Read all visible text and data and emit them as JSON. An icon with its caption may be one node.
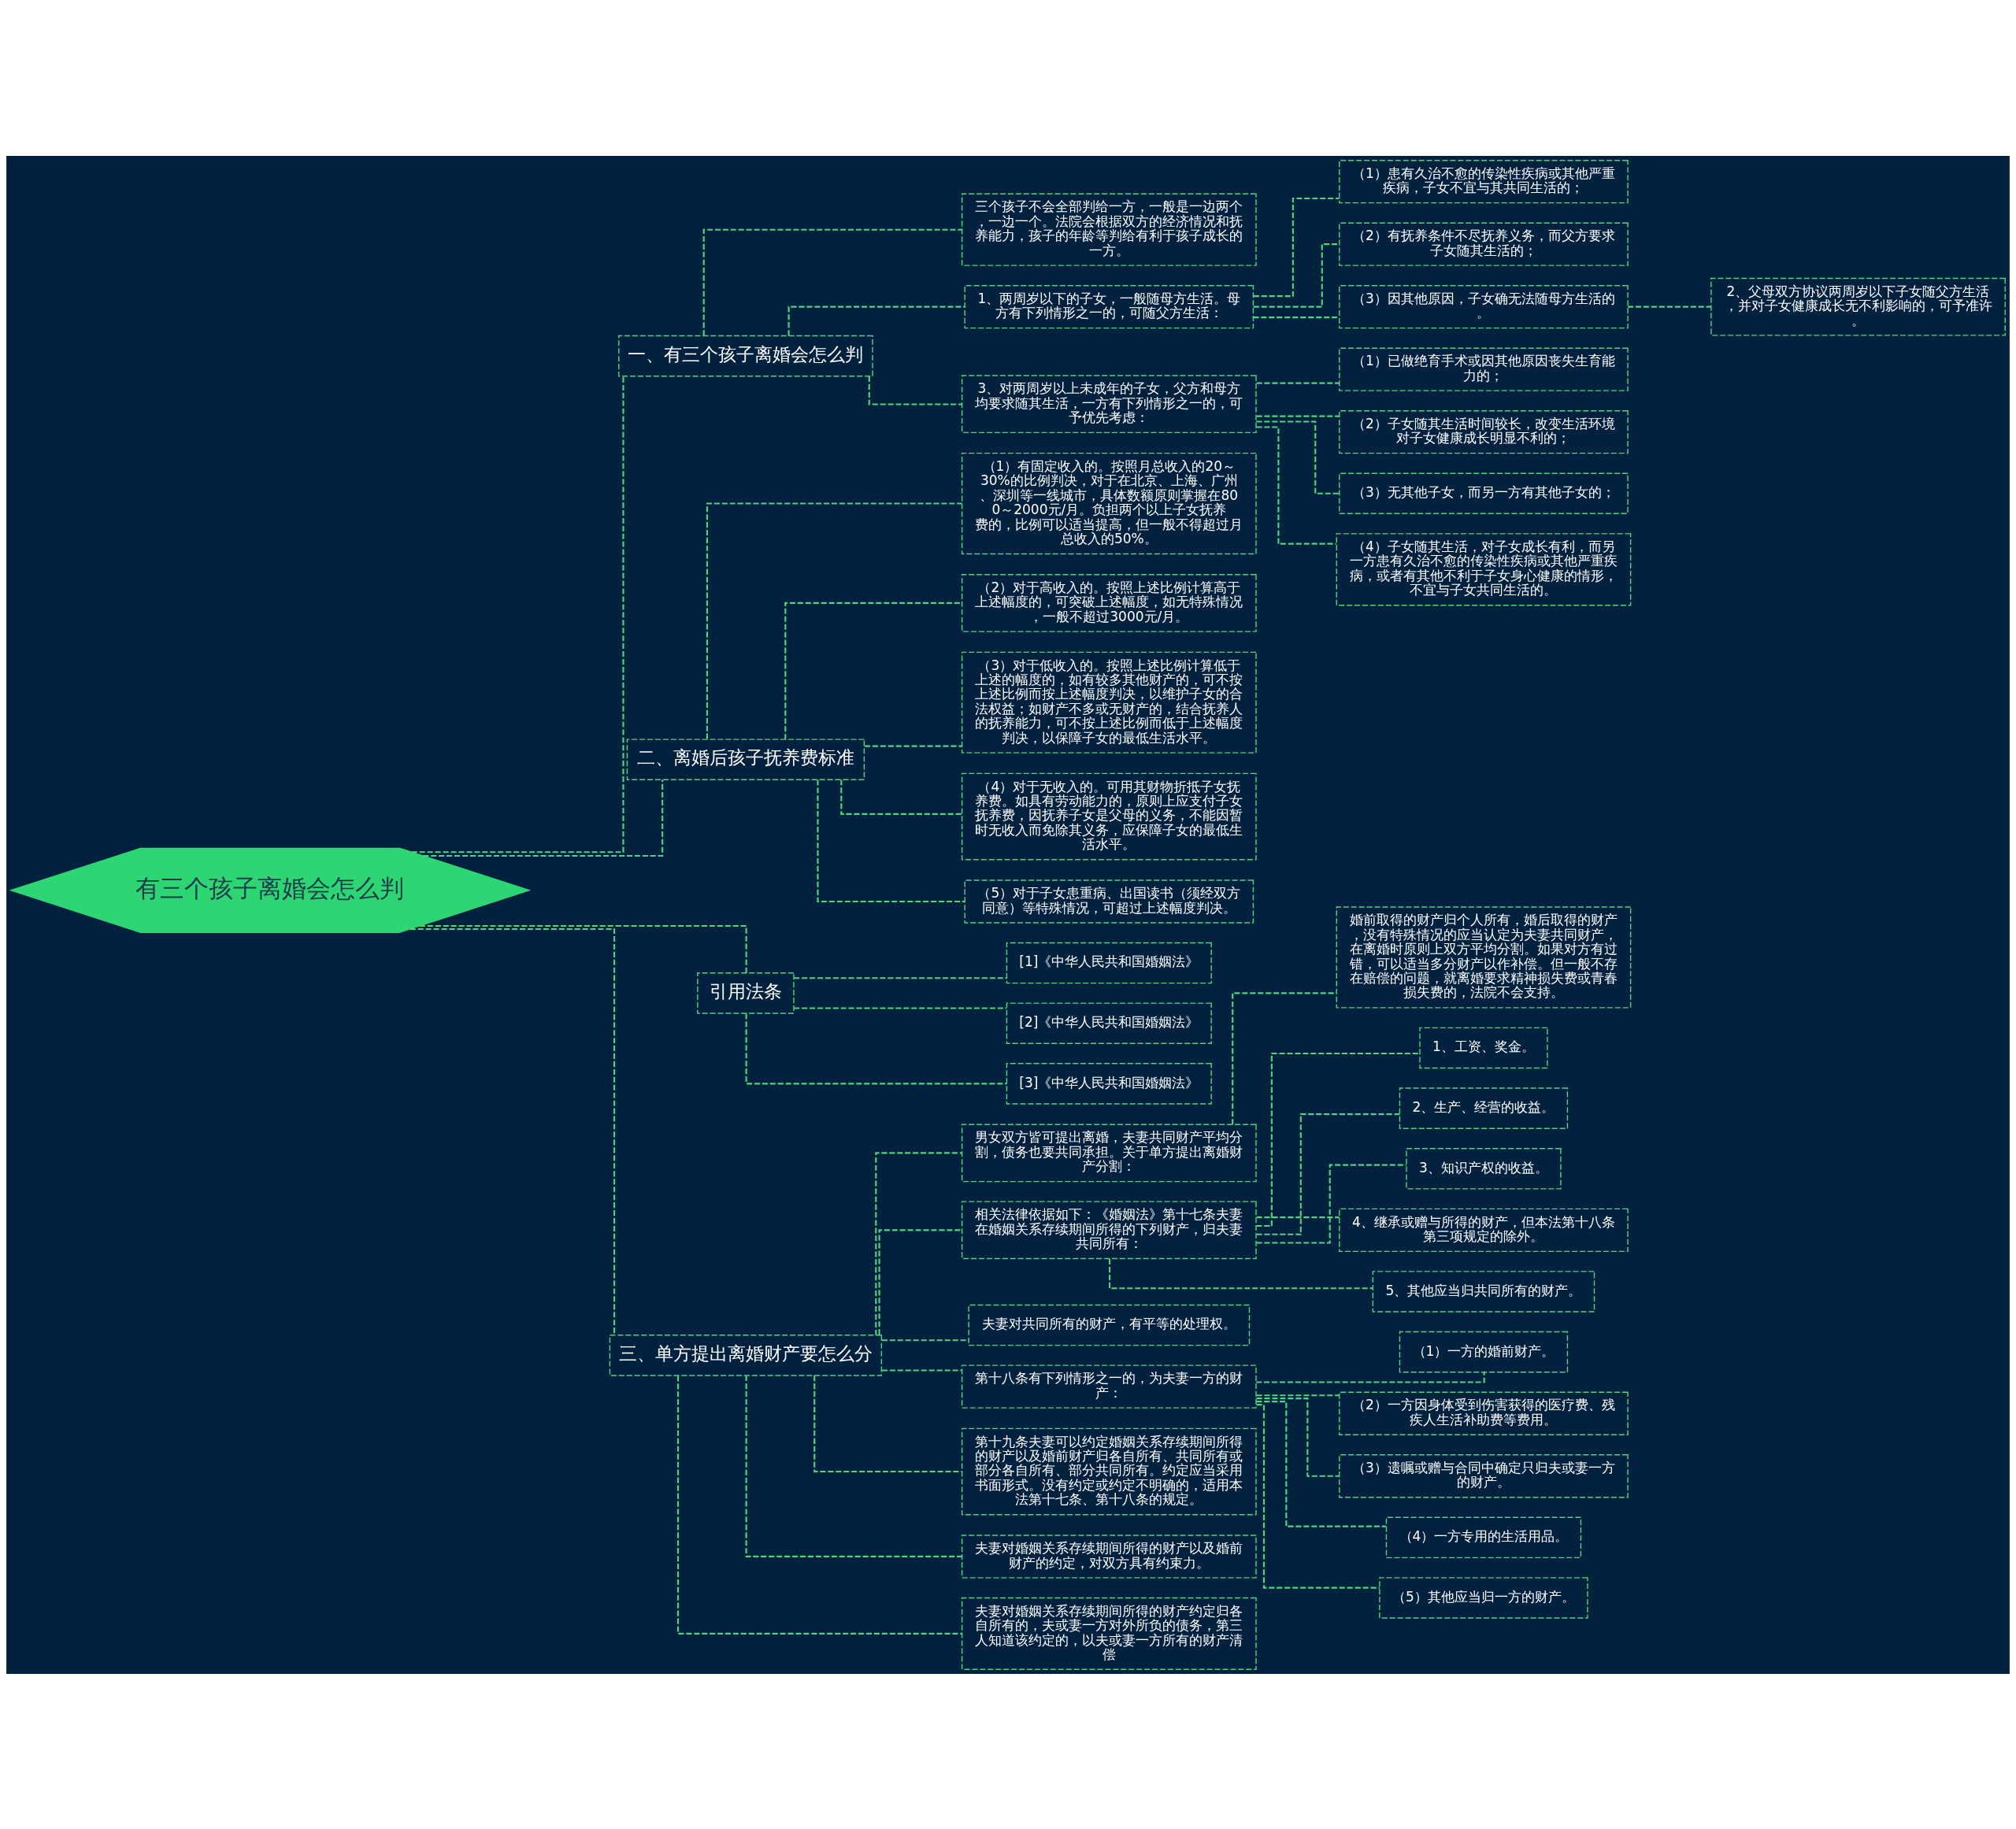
{
  "diagram": {
    "nodes": [
      {
        "text": [
          "有三个孩子离婚会怎么判"
        ]
      },
      {
        "text": [
          "一、有三个孩子离婚会怎么判"
        ]
      },
      {
        "text": [
          "三个孩子不会全部判给一方，一般是一边两个，一边一个。法院会根据双方的经济情况和抚养能力，孩子的年龄等判给有利于孩子成长的一方。"
        ]
      },
      {
        "text": [
          "1、两周岁以下的子女，一般随母方生活。母方有下列情形之一的，可随父方生活："
        ]
      },
      {
        "text": [
          "（1）患有久治不愈的传染性疾病或其他严重疾病，子女不宜与其共同生活的；"
        ]
      },
      {
        "text": [
          "（2）有抚养条件不尽抚养义务，而父方要求子女随其生活的；"
        ]
      },
      {
        "text": [
          "（3）因其他原因，子女确无法随母方生活的。"
        ]
      },
      {
        "text": [
          "2、父母双方协议两周岁以下子女随父方生活，并对子女健康成长无不利影响的，可予准许。"
        ]
      },
      {
        "text": [
          "3、对两周岁以上未成年的子女，父方和母方均要求随其生活，一方有下列情形之一的，可予优先考虑："
        ]
      },
      {
        "text": [
          "（1）已做绝育手术或因其他原因丧失生育能力的；"
        ]
      },
      {
        "text": [
          "（2）子女随其生活时间较长，改变生活环境对子女健康成长明显不利的；"
        ]
      },
      {
        "text": [
          "（3）无其他子女，而另一方有其他子女的；"
        ]
      },
      {
        "text": [
          "（4）子女随其生活，对子女成长有利，而另一方患有久治不愈的传染性疾病或其他严重疾病，或者有其他不利于子女身心健康的情形，不宜与子女共同生活的。"
        ]
      },
      {
        "text": [
          "二、离婚后孩子抚养费标准"
        ]
      },
      {
        "text": [
          "（1）有固定收入的。按照月总收入的20～30%的比例判决，对于在北京、上海、广州、深圳等一线城市，具体数额原则掌握在800～2000元/月。负担两个以上子女抚养费的，比例可以适当提高，但一般不得超过月总收入的50%。"
        ]
      },
      {
        "text": [
          "（2）对于高收入的。按照上述比例计算高于上述幅度的，可突破上述幅度，如无特殊情况，一般不超过3000元/月。"
        ]
      },
      {
        "text": [
          "（3）对于低收入的。按照上述比例计算低于上述的幅度的，如有较多其他财产的，可不按上述比例而按上述幅度判决，以维护子女的合法权益；如财产不多或无财产的，结合抚养人的抚养能力，可不按上述比例而低于上述幅度判决，以保障子女的最低生活水平。"
        ]
      },
      {
        "text": [
          "（4）对于无收入的。可用其财物折抵子女抚养费。如具有劳动能力的，原则上应支付子女抚养费，因抚养子女是父母的义务，不能因暂时无收入而免除其义务，应保障子女的最低生活水平。"
        ]
      },
      {
        "text": [
          "（5）对于子女患重病、出国读书（须经双方同意）等特殊情况，可超过上述幅度判决。"
        ]
      },
      {
        "text": [
          "引用法条"
        ]
      },
      {
        "text": [
          "[1]《中华人民共和国婚姻法》"
        ]
      },
      {
        "text": [
          "[2]《中华人民共和国婚姻法》"
        ]
      },
      {
        "text": [
          "[3]《中华人民共和国婚姻法》"
        ]
      },
      {
        "text": [
          "三、单方提出离婚财产要怎么分"
        ]
      },
      {
        "text": [
          "男女双方皆可提出离婚，夫妻共同财产平均分割，债务也要共同承担。关于单方提出离婚财产分割："
        ]
      },
      {
        "text": [
          "婚前取得的财产归个人所有，婚后取得的财产，没有特殊情况的应当认定为夫妻共同财产，在离婚时原则上双方平均分割。如果对方有过错，可以适当多分财产以作补偿。但一般不存在赔偿的问题，就离婚要求精神损失费或青春损失费的，法院不会支持。"
        ]
      },
      {
        "text": [
          "相关法律依据如下：《婚姻法》第十七条夫妻在婚姻关系存续期间所得的下列财产，归夫妻共同所有："
        ]
      },
      {
        "text": [
          "1、工资、奖金。"
        ]
      },
      {
        "text": [
          "2、生产、经营的收益。"
        ]
      },
      {
        "text": [
          "3、知识产权的收益。"
        ]
      },
      {
        "text": [
          "4、继承或赠与所得的财产，但本法第十八条第三项规定的除外。"
        ]
      },
      {
        "text": [
          "5、其他应当归共同所有的财产。"
        ]
      },
      {
        "text": [
          "夫妻对共同所有的财产，有平等的处理权。"
        ]
      },
      {
        "text": [
          "第十八条有下列情形之一的，为夫妻一方的财产："
        ]
      },
      {
        "text": [
          "（1）一方的婚前财产。"
        ]
      },
      {
        "text": [
          "（2）一方因身体受到伤害获得的医疗费、残疾人生活补助费等费用。"
        ]
      },
      {
        "text": [
          "（3）遗嘱或赠与合同中确定只归夫或妻一方的财产。"
        ]
      },
      {
        "text": [
          "（4）一方专用的生活用品。"
        ]
      },
      {
        "text": [
          "（5）其他应当归一方的财产。"
        ]
      },
      {
        "text": [
          "第十九条夫妻可以约定婚姻关系存续期间所得的财产以及婚前财产归各自所有、共同所有或部分各自所有、部分共同所有。约定应当采用书面形式。没有约定或约定不明确的，适用本法第十七条、第十八条的规定。"
        ]
      },
      {
        "text": [
          "夫妻对婚姻关系存续期间所得的财产以及婚前财产的约定，对双方具有约束力。"
        ]
      },
      {
        "text": [
          "夫妻对婚姻关系存续期间所得的财产约定归各自所有的，夫或妻一方对外所负的债务，第三人知道该约定的，以夫或妻一方所有的财产清偿"
        ]
      }
    ],
    "edges": [
      {
        "from": 0,
        "to": 1,
        "arrow": "none"
      },
      {
        "from": 1,
        "to": 2,
        "arrow": "none"
      },
      {
        "from": 1,
        "to": 3,
        "arrow": "none"
      },
      {
        "from": 3,
        "to": 4,
        "arrow": "none"
      },
      {
        "from": 3,
        "to": 5,
        "arrow": "none"
      },
      {
        "from": 3,
        "to": 6,
        "arrow": "none"
      },
      {
        "from": 6,
        "to": 7,
        "arrow": "none"
      },
      {
        "from": 1,
        "to": 8,
        "arrow": "none"
      },
      {
        "from": 8,
        "to": 9,
        "arrow": "none"
      },
      {
        "from": 8,
        "to": 10,
        "arrow": "none"
      },
      {
        "from": 8,
        "to": 11,
        "arrow": "none"
      },
      {
        "from": 8,
        "to": 12,
        "arrow": "none"
      },
      {
        "from": 0,
        "to": 13,
        "arrow": "none"
      },
      {
        "from": 13,
        "to": 14,
        "arrow": "none"
      },
      {
        "from": 13,
        "to": 15,
        "arrow": "none"
      },
      {
        "from": 13,
        "to": 16,
        "arrow": "none"
      },
      {
        "from": 13,
        "to": 17,
        "arrow": "none"
      },
      {
        "from": 13,
        "to": 18,
        "arrow": "none"
      },
      {
        "from": 0,
        "to": 19,
        "arrow": "none"
      },
      {
        "from": 19,
        "to": 20,
        "arrow": "none"
      },
      {
        "from": 19,
        "to": 21,
        "arrow": "none"
      },
      {
        "from": 19,
        "to": 22,
        "arrow": "none"
      },
      {
        "from": 0,
        "to": 23,
        "arrow": "none"
      },
      {
        "from": 23,
        "to": 24,
        "arrow": "none"
      },
      {
        "from": 24,
        "to": 25,
        "arrow": "none"
      },
      {
        "from": 23,
        "to": 26,
        "arrow": "none"
      },
      {
        "from": 26,
        "to": 27,
        "arrow": "none"
      },
      {
        "from": 26,
        "to": 28,
        "arrow": "none"
      },
      {
        "from": 26,
        "to": 29,
        "arrow": "none"
      },
      {
        "from": 26,
        "to": 30,
        "arrow": "none"
      },
      {
        "from": 26,
        "to": 31,
        "arrow": "none"
      },
      {
        "from": 23,
        "to": 32,
        "arrow": "none"
      },
      {
        "from": 23,
        "to": 33,
        "arrow": "none"
      },
      {
        "from": 33,
        "to": 34,
        "arrow": "none"
      },
      {
        "from": 33,
        "to": 35,
        "arrow": "none"
      },
      {
        "from": 33,
        "to": 36,
        "arrow": "none"
      },
      {
        "from": 33,
        "to": 37,
        "arrow": "none"
      },
      {
        "from": 33,
        "to": 38,
        "arrow": "none"
      },
      {
        "from": 23,
        "to": 39,
        "arrow": "none"
      },
      {
        "from": 23,
        "to": 40,
        "arrow": "none"
      },
      {
        "from": 23,
        "to": 41,
        "arrow": "none"
      }
    ]
  }
}
